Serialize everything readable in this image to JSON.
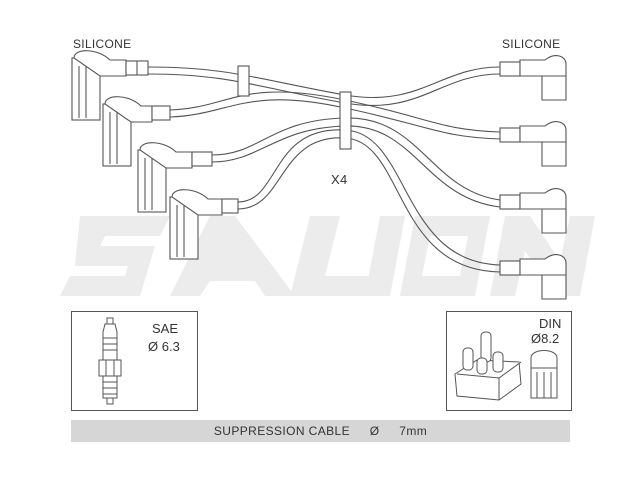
{
  "labels": {
    "silicone_left": "SILICONE",
    "silicone_right": "SILICONE",
    "quantity": "X4"
  },
  "watermark": {
    "text": "SALION",
    "color": "#e9e9e9"
  },
  "plug_sae": {
    "label": "SAE",
    "diameter": "Ø 6.3"
  },
  "plug_din": {
    "label": "DIN",
    "diameter": "Ø8.2"
  },
  "cable": {
    "type": "SUPPRESSION CABLE",
    "symbol": "Ø",
    "size": "7mm"
  },
  "colors": {
    "line": "#555555",
    "bar": "#d6d6d6"
  }
}
